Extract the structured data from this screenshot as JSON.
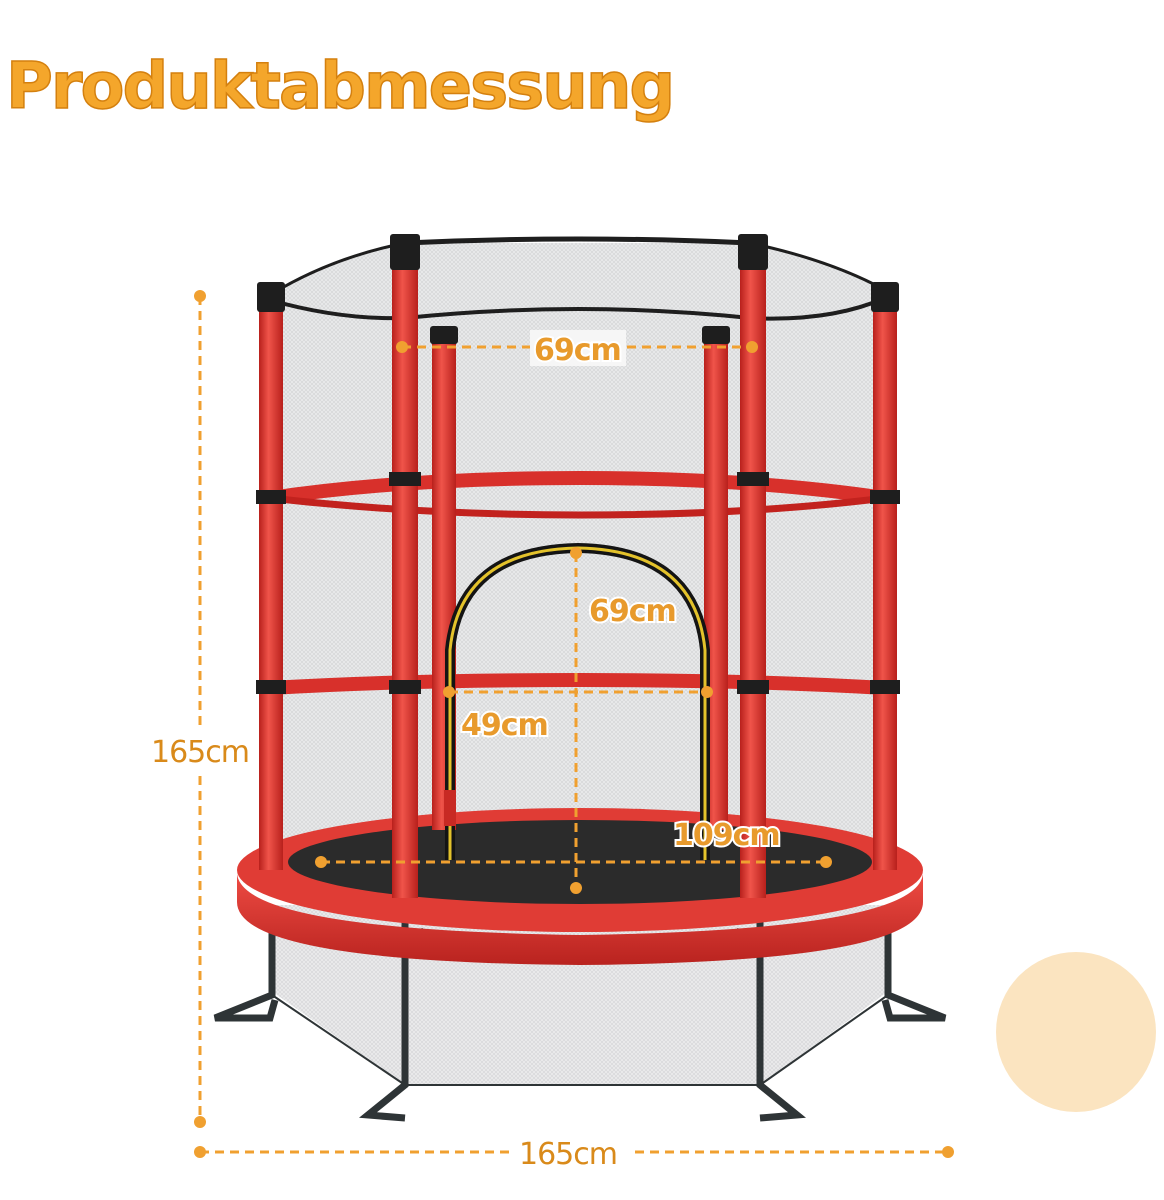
{
  "title": "Produktabmessung",
  "dimensions": {
    "height_total": "165cm",
    "width_total": "165cm",
    "top_width": "69cm",
    "door_height": "69cm",
    "door_width": "49cm",
    "mat_diameter": "109cm"
  },
  "colors": {
    "accent": "#f4a62b",
    "dimension_line": "#f0a030",
    "frame_red": "#e23a32",
    "pad_red": "#d93330",
    "net_gray": "#e8e9ea",
    "swatch": "#fbe4c0"
  }
}
